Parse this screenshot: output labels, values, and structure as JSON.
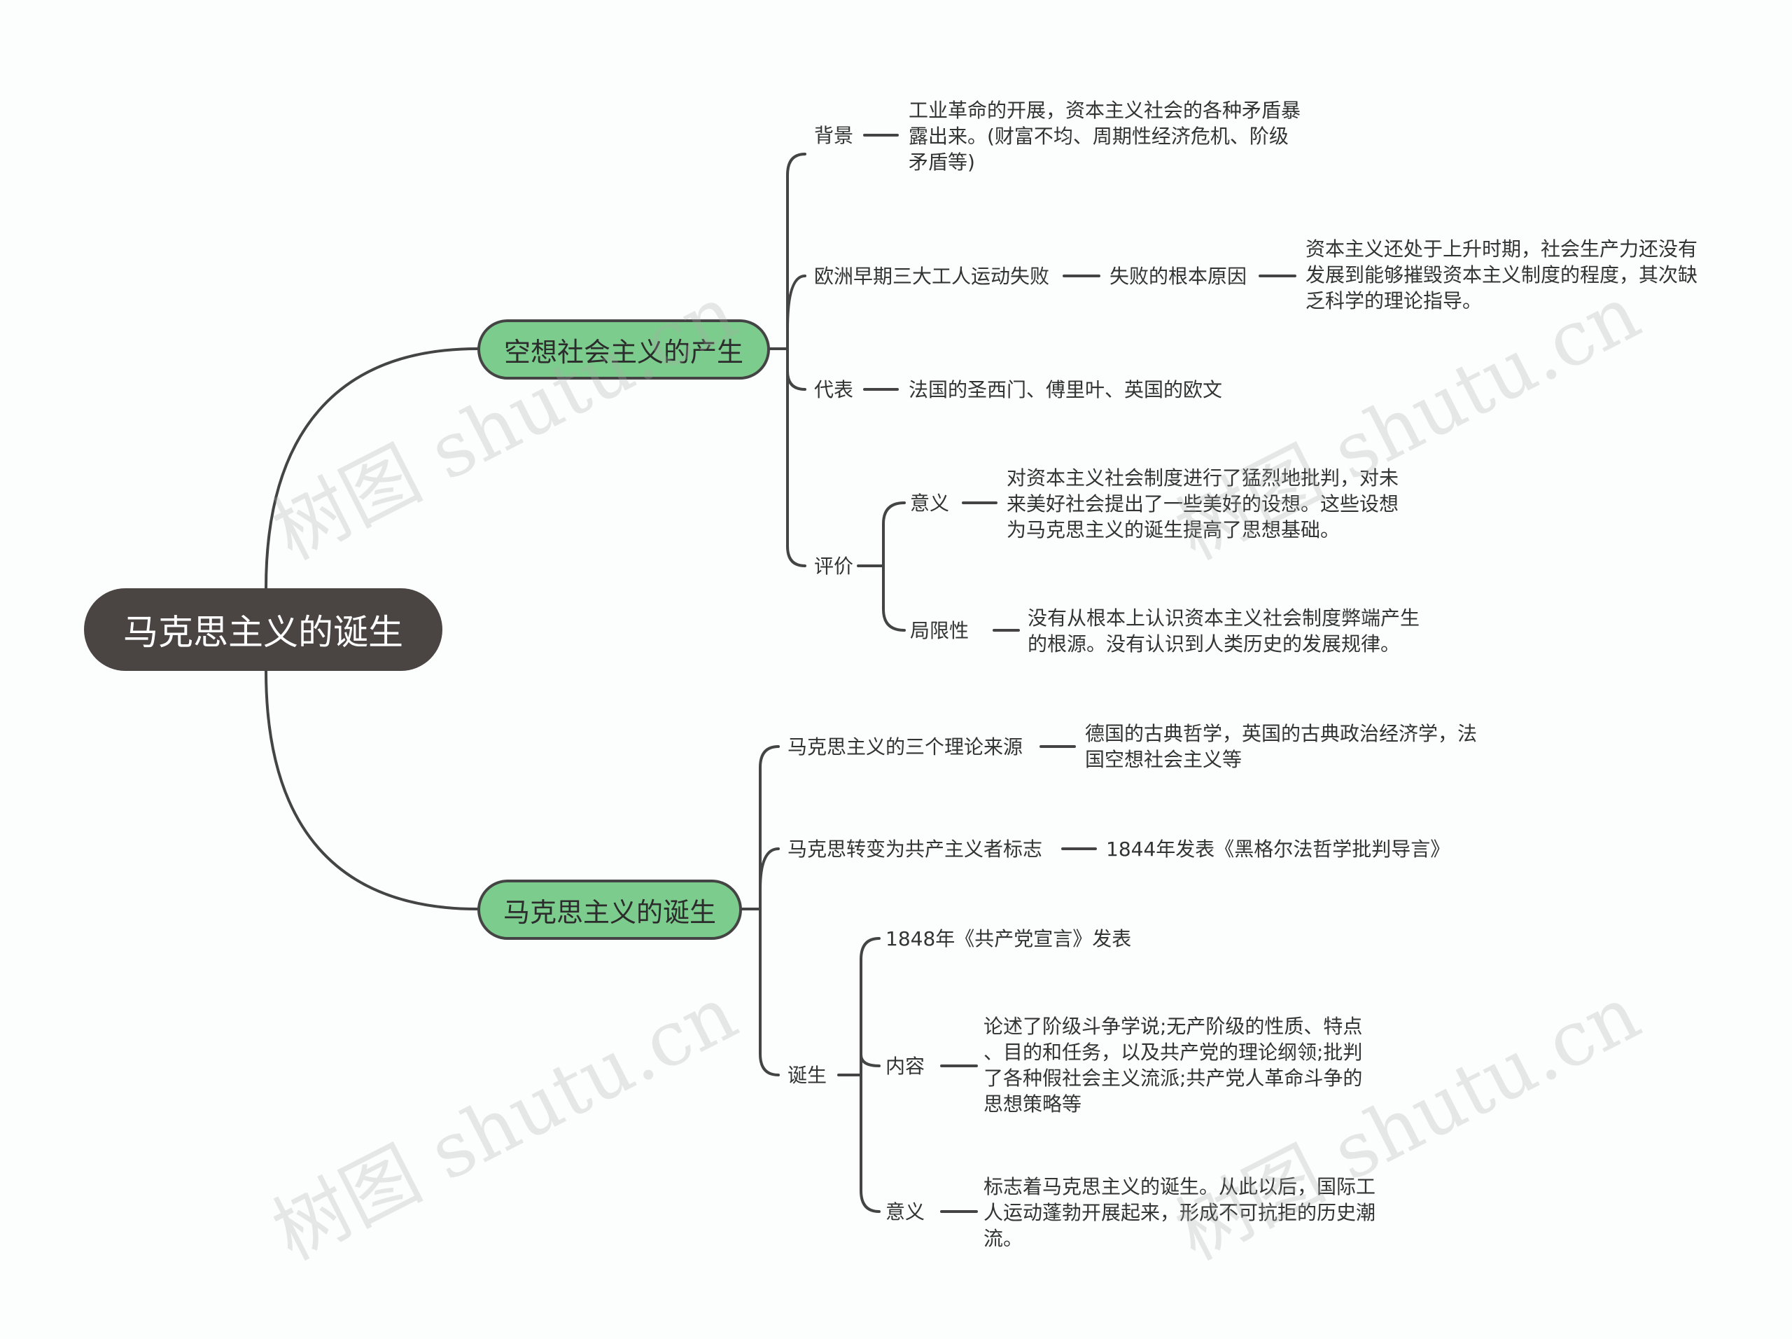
{
  "root": "马克思主义的诞生",
  "branches": [
    {
      "label": "空想社会主义的产生",
      "children": [
        {
          "label": "背景",
          "lines": [
            "工业革命的开展，资本主义社会的各种矛盾暴",
            "露出来。(财富不均、周期性经济危机、阶级",
            "矛盾等)"
          ]
        },
        {
          "label": "欧洲早期三大工人运动失败",
          "sub": "失败的根本原因",
          "lines": [
            "资本主义还处于上升时期，社会生产力还没有",
            "发展到能够摧毁资本主义制度的程度，其次缺",
            "乏科学的理论指导。"
          ]
        },
        {
          "label": "代表",
          "lines": [
            "法国的圣西门、傅里叶、英国的欧文"
          ]
        },
        {
          "label": "评价",
          "children": [
            {
              "label": "意义",
              "lines": [
                "对资本主义社会制度进行了猛烈地批判，对未",
                "来美好社会提出了一些美好的设想。这些设想",
                "为马克思主义的诞生提高了思想基础。"
              ]
            },
            {
              "label": "局限性",
              "lines": [
                "没有从根本上认识资本主义社会制度弊端产生",
                "的根源。没有认识到人类历史的发展规律。"
              ]
            }
          ]
        }
      ]
    },
    {
      "label": "马克思主义的诞生",
      "children": [
        {
          "label": "马克思主义的三个理论来源",
          "lines": [
            "德国的古典哲学，英国的古典政治经济学，法",
            "国空想社会主义等"
          ]
        },
        {
          "label": "马克思转变为共产主义者标志",
          "lines": [
            "1844年发表《黑格尔法哲学批判导言》"
          ]
        },
        {
          "label": "诞生",
          "children": [
            {
              "label": "1848年《共产党宣言》发表"
            },
            {
              "label": "内容",
              "lines": [
                "论述了阶级斗争学说;无产阶级的性质、特点",
                "、目的和任务，以及共产党的理论纲领;批判",
                "了各种假社会主义流派;共产党人革命斗争的",
                "思想策略等"
              ]
            },
            {
              "label": "意义",
              "lines": [
                "标志着马克思主义的诞生。从此以后，国际工",
                "人运动蓬勃开展起来，形成不可抗拒的历史潮",
                "流。"
              ]
            }
          ]
        }
      ]
    }
  ],
  "watermark": "树图 shutu.cn",
  "colors": {
    "root": "#4a4443",
    "branch": "#7ccd8d",
    "line": "#444444",
    "text": "#333333"
  }
}
